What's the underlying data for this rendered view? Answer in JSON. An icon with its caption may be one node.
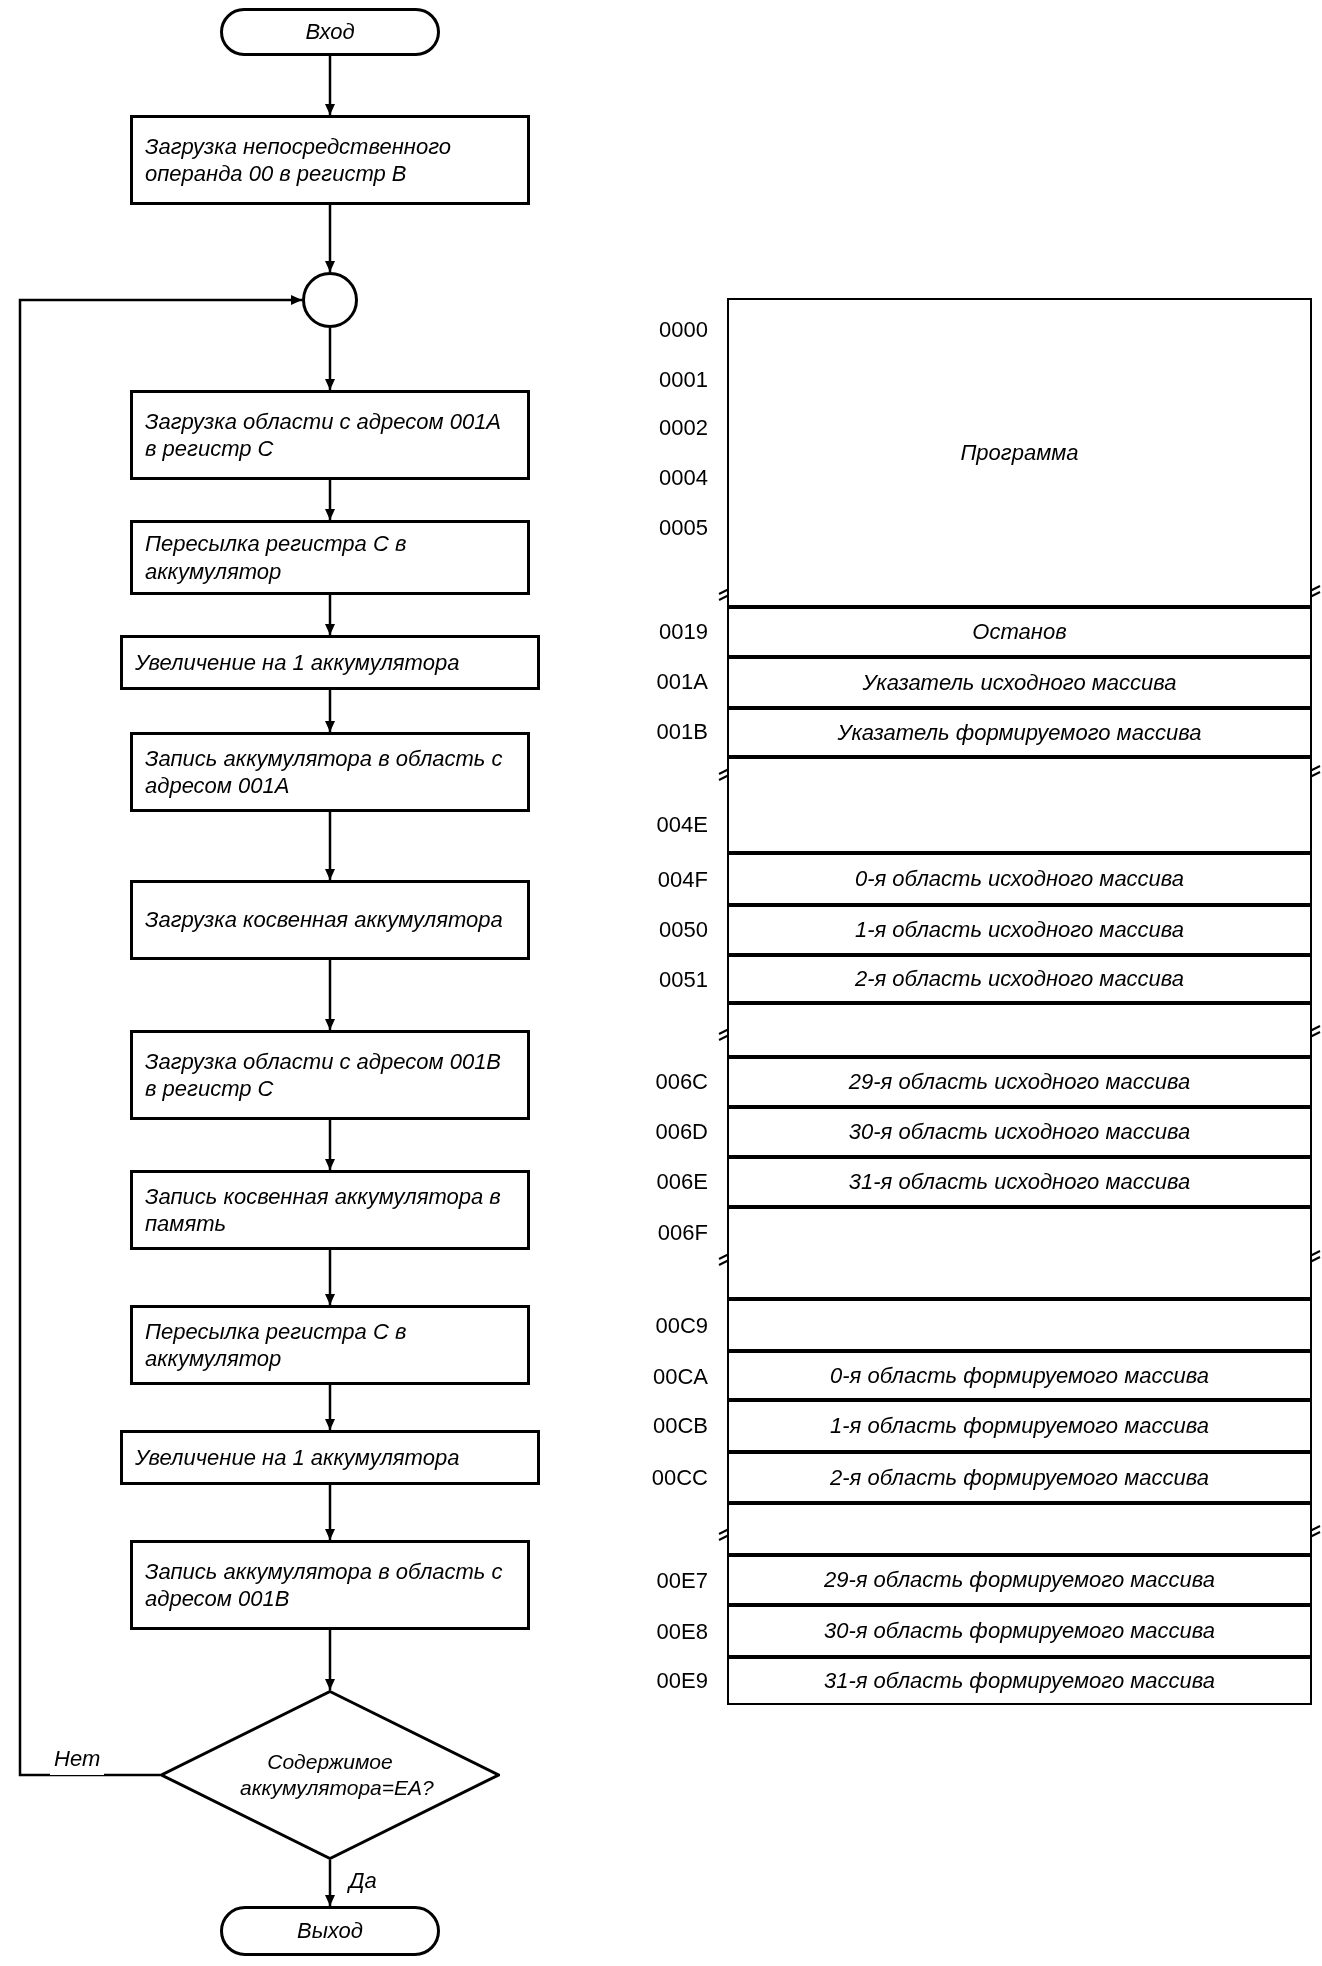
{
  "diagram": {
    "nodes": [
      {
        "text": [
          "Вход"
        ]
      },
      {
        "text": [
          "Загрузка непосредственного операнда 00 в регистр В"
        ]
      },
      {
        "text": [],
        "shape": "circle"
      },
      {
        "text": [
          "Загрузка области с адресом 001А в регистр С"
        ]
      },
      {
        "text": [
          "Пересылка регистра С в аккумулятор"
        ]
      },
      {
        "text": [
          "Увеличение на 1 аккумулятора"
        ]
      },
      {
        "text": [
          "Запись аккумулятора в область с адресом 001А"
        ]
      },
      {
        "text": [
          "Загрузка косвенная аккумулятора"
        ]
      },
      {
        "text": [
          "Загрузка области с адресом 001В в регистр С"
        ]
      },
      {
        "text": [
          "Запись косвенная аккумулятора в память"
        ]
      },
      {
        "text": [
          "Пересылка регистра С в аккумулятор"
        ]
      },
      {
        "text": [
          "Увеличение на 1 аккумулятора"
        ]
      },
      {
        "text": [
          "Запись аккумулятора в область с адресом 001В"
        ]
      },
      {
        "text": [
          "Содержимое аккумулятора=ЕА?"
        ]
      },
      {
        "text": [
          "Выход"
        ]
      },
      {
        "text": [
          "Программа"
        ]
      },
      {
        "text": [
          "Останов"
        ]
      },
      {
        "text": [
          "Указатель исходного массива"
        ]
      },
      {
        "text": [
          "Указатель формируемого массива"
        ]
      },
      {
        "text": [],
        "shape": "box"
      },
      {
        "text": [
          "0-я область исходного массива"
        ]
      },
      {
        "text": [
          "1-я область исходного массива"
        ]
      },
      {
        "text": [
          "2-я область исходного массива"
        ]
      },
      {
        "text": [],
        "shape": "box"
      },
      {
        "text": [
          "29-я область исходного массива"
        ]
      },
      {
        "text": [
          "30-я область исходного массива"
        ]
      },
      {
        "text": [
          "31-я область исходного массива"
        ]
      },
      {
        "text": [],
        "shape": "box"
      },
      {
        "text": [],
        "shape": "box"
      },
      {
        "text": [
          "0-я область формируемого массива"
        ]
      },
      {
        "text": [
          "1-я область формируемого массива"
        ]
      },
      {
        "text": [
          "2-я область формируемого массива"
        ]
      },
      {
        "text": [],
        "shape": "box"
      },
      {
        "text": [
          "29-я область формируемого массива"
        ]
      },
      {
        "text": [
          "30-я область формируемого массива"
        ]
      },
      {
        "text": [
          "31-я область формируемого массива"
        ]
      }
    ],
    "edges": [
      {
        "from": 0,
        "to": 1,
        "arrow": "to"
      },
      {
        "from": 1,
        "to": 2,
        "arrow": "to"
      },
      {
        "from": 2,
        "to": 3,
        "arrow": "to"
      },
      {
        "from": 3,
        "to": 4,
        "arrow": "to"
      },
      {
        "from": 4,
        "to": 5,
        "arrow": "to"
      },
      {
        "from": 5,
        "to": 6,
        "arrow": "to"
      },
      {
        "from": 6,
        "to": 7,
        "arrow": "to"
      },
      {
        "from": 7,
        "to": 8,
        "arrow": "to"
      },
      {
        "from": 8,
        "to": 9,
        "arrow": "to"
      },
      {
        "from": 9,
        "to": 10,
        "arrow": "to"
      },
      {
        "from": 10,
        "to": 11,
        "arrow": "to"
      },
      {
        "from": 11,
        "to": 12,
        "arrow": "to"
      },
      {
        "from": 12,
        "to": 13,
        "arrow": "to"
      },
      {
        "from": 13,
        "to": 14,
        "label": "Да",
        "arrow": "to"
      },
      {
        "from": 13,
        "to": 2,
        "label": "Нет",
        "arrow": "to"
      }
    ],
    "labels": [
      "0000",
      "0001",
      "0002",
      "0004",
      "0005",
      "0019",
      "001A",
      "001B",
      "004E",
      "004F",
      "0050",
      "0051",
      "006C",
      "006D",
      "006E",
      "006F",
      "00C9",
      "00CA",
      "00CB",
      "00CC",
      "00E7",
      "00E8",
      "00E9"
    ]
  }
}
